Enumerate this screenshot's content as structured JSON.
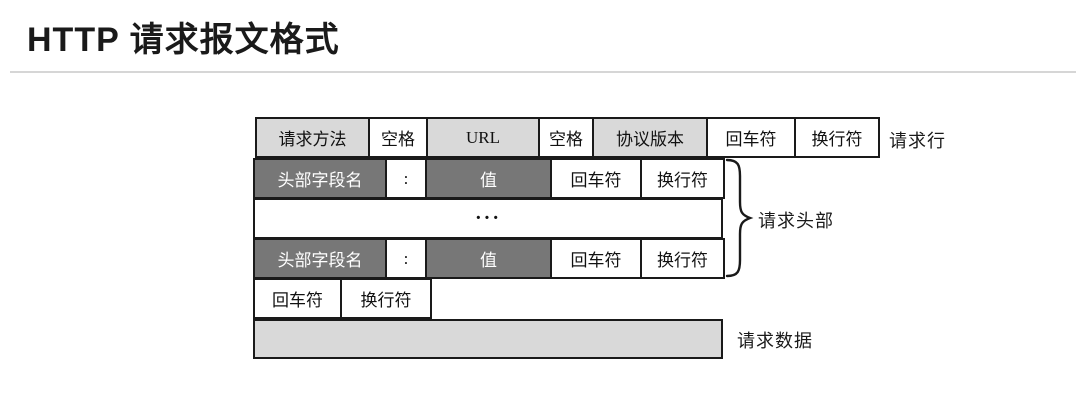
{
  "page": {
    "title": "HTTP 请求报文格式"
  },
  "colors": {
    "light_cell": "#d9d9d9",
    "dark_cell": "#777777",
    "cell_text_dark_bg": "#ffffff",
    "border": "#1a1a1a",
    "divider": "#d6d6d6",
    "title_text": "#1a1a1a"
  },
  "diagram": {
    "request_line": {
      "cells": [
        {
          "label": "请求方法"
        },
        {
          "label": "空格"
        },
        {
          "label": "URL"
        },
        {
          "label": "空格"
        },
        {
          "label": "协议版本"
        },
        {
          "label": "回车符"
        },
        {
          "label": "换行符"
        }
      ],
      "side_label": "请求行"
    },
    "header_field_row_top": {
      "cells": [
        {
          "label": "头部字段名"
        },
        {
          "label": ":"
        },
        {
          "label": "值"
        },
        {
          "label": "回车符"
        },
        {
          "label": "换行符"
        }
      ]
    },
    "ellipsis_row": {
      "label": "···"
    },
    "header_field_row_bottom": {
      "cells": [
        {
          "label": "头部字段名"
        },
        {
          "label": ":"
        },
        {
          "label": "值"
        },
        {
          "label": "回车符"
        },
        {
          "label": "换行符"
        }
      ]
    },
    "headers_brace_label": "请求头部",
    "blank_line_row": {
      "cells": [
        {
          "label": "回车符"
        },
        {
          "label": "换行符"
        }
      ]
    },
    "body_row": {
      "side_label": "请求数据"
    }
  }
}
